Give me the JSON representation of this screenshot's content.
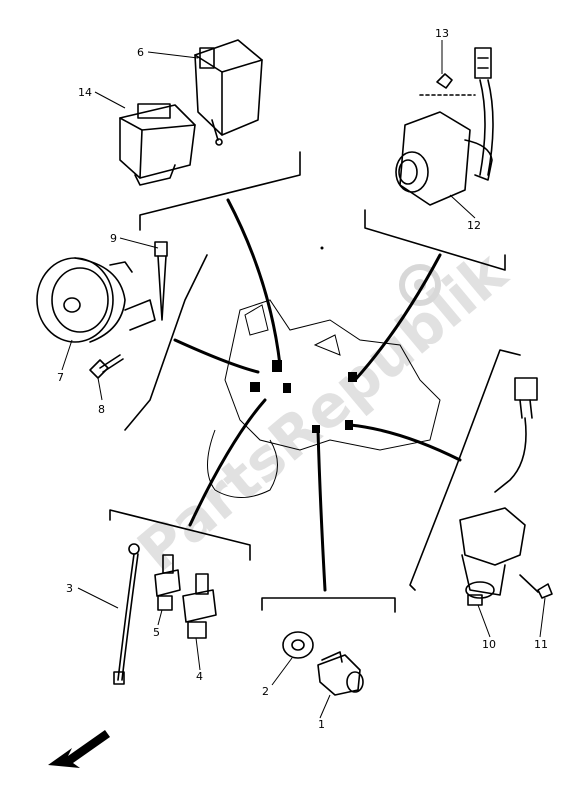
{
  "callouts": [
    {
      "id": "c1",
      "text": "1"
    },
    {
      "id": "c2",
      "text": "2"
    },
    {
      "id": "c3",
      "text": "3"
    },
    {
      "id": "c4",
      "text": "4"
    },
    {
      "id": "c5",
      "text": "5"
    },
    {
      "id": "c6",
      "text": "6"
    },
    {
      "id": "c7",
      "text": "7"
    },
    {
      "id": "c8",
      "text": "8"
    },
    {
      "id": "c9",
      "text": "9"
    },
    {
      "id": "c10",
      "text": "10"
    },
    {
      "id": "c11",
      "text": "11"
    },
    {
      "id": "c12",
      "text": "12"
    },
    {
      "id": "c13",
      "text": "13"
    },
    {
      "id": "c14",
      "text": "14"
    }
  ],
  "watermark": "PartsRepublik",
  "icons": {
    "direction": "arrow-front-icon",
    "watermark_logo": "gear-icon"
  }
}
